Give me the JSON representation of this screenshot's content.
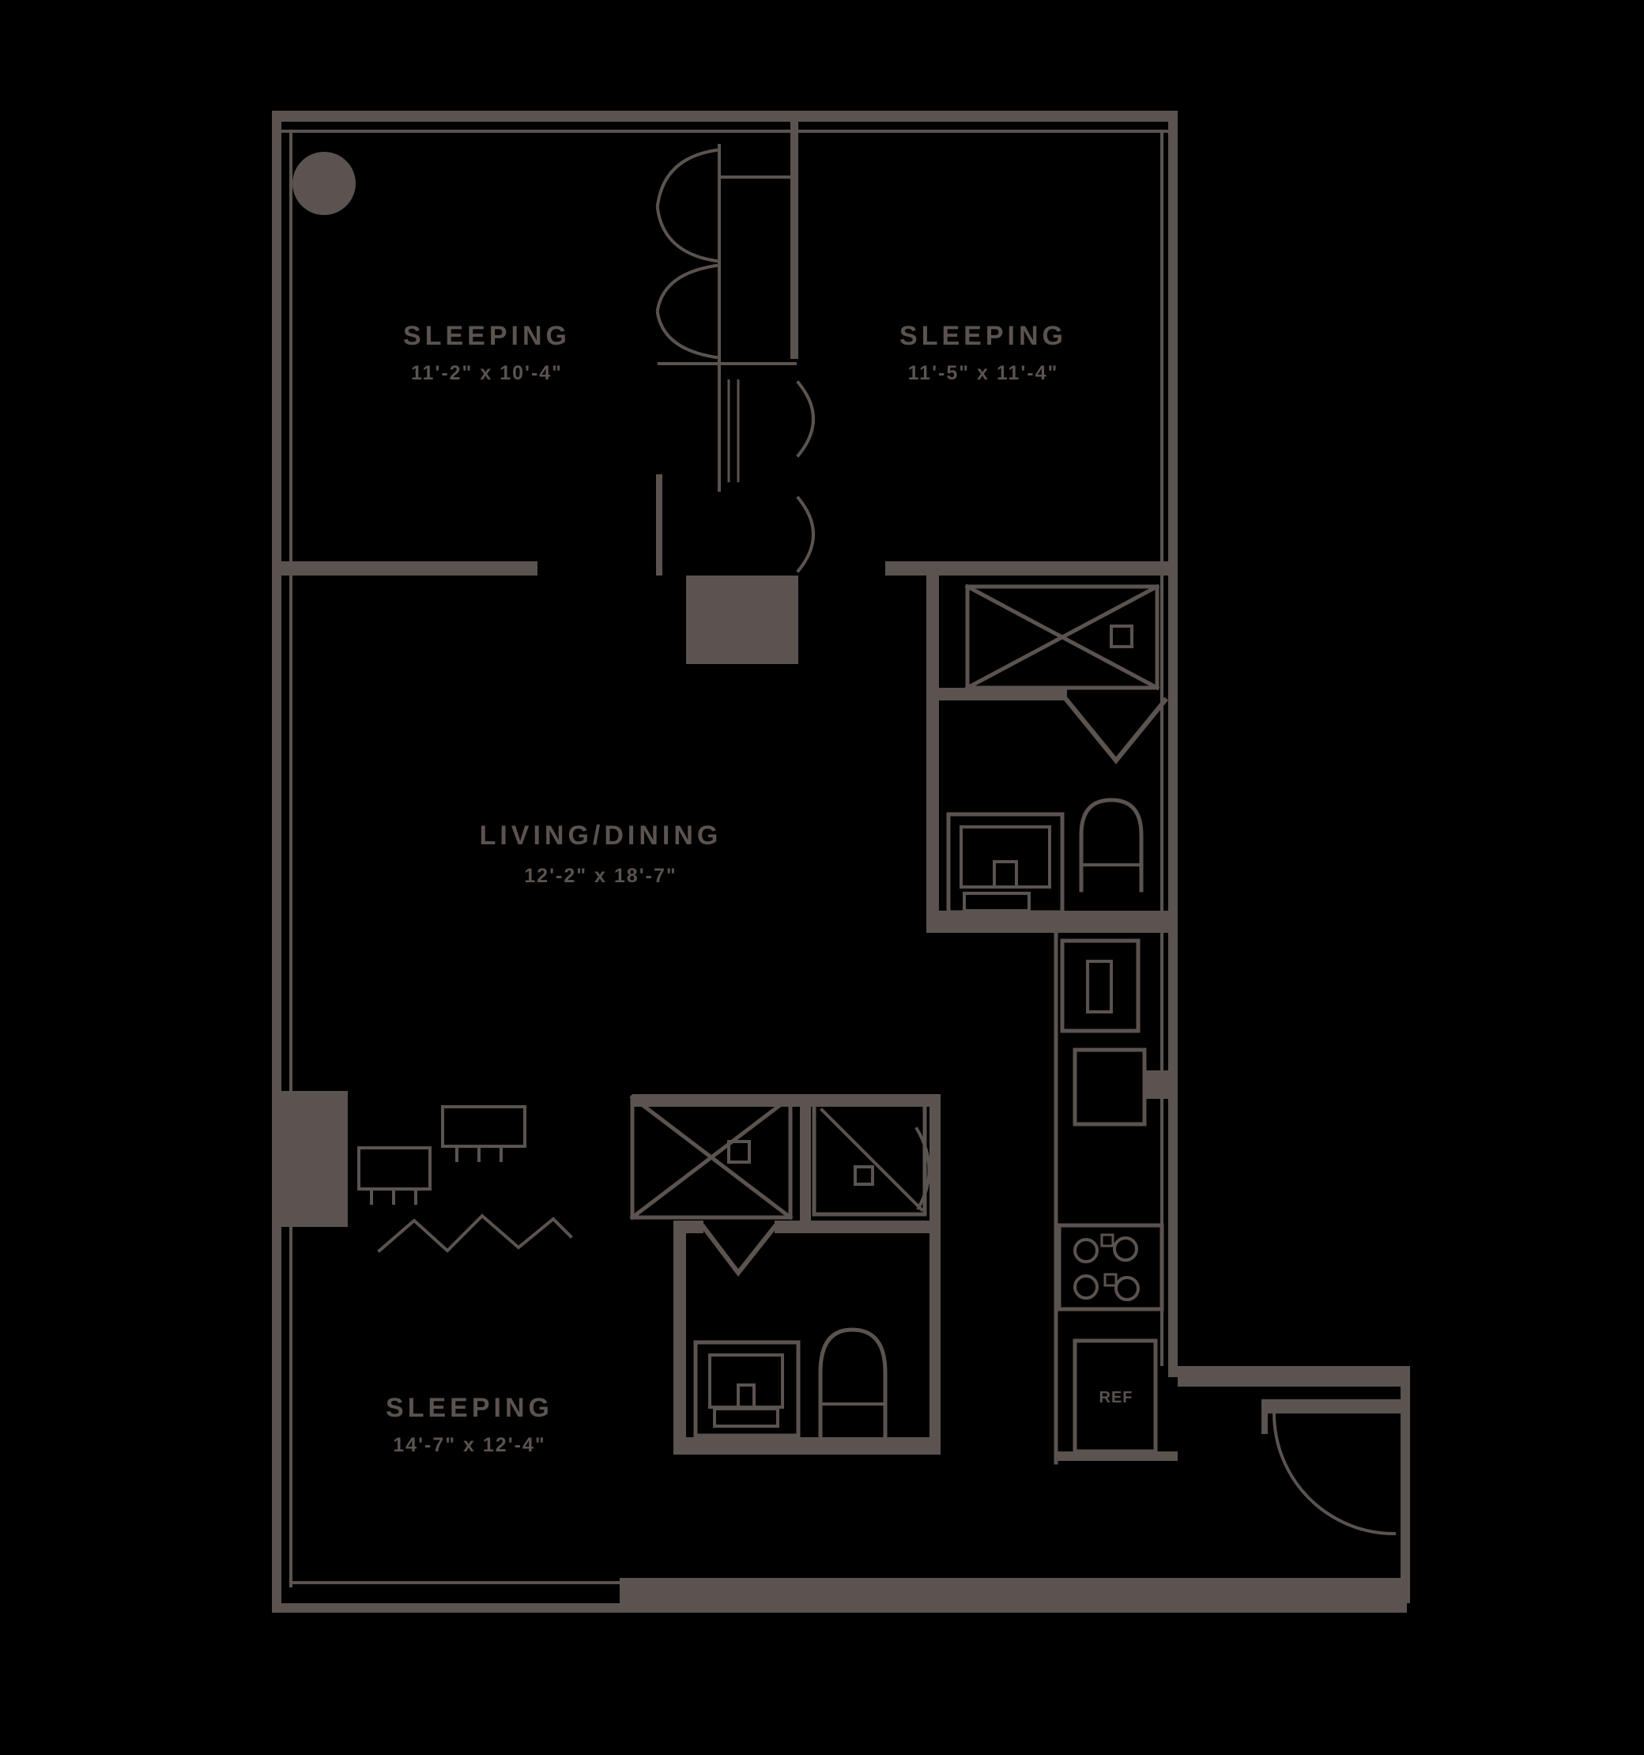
{
  "plan": {
    "type": "apartment-floor-plan",
    "background_color": "#000000",
    "line_color": "#5b534f",
    "text_color": "#5b534f",
    "rooms": [
      {
        "id": "bedroom-1",
        "label": "SLEEPING",
        "dims": "11'-2\" x 10'-4\""
      },
      {
        "id": "bedroom-2",
        "label": "SLEEPING",
        "dims": "11'-5\" x 11'-4\""
      },
      {
        "id": "living-dining",
        "label": "LIVING/DINING",
        "dims": "12'-2\" x 18'-7\""
      },
      {
        "id": "bedroom-3",
        "label": "SLEEPING",
        "dims": "14'-7\" x 12'-4\""
      }
    ],
    "appliances": {
      "refrigerator_label": "REF"
    }
  }
}
